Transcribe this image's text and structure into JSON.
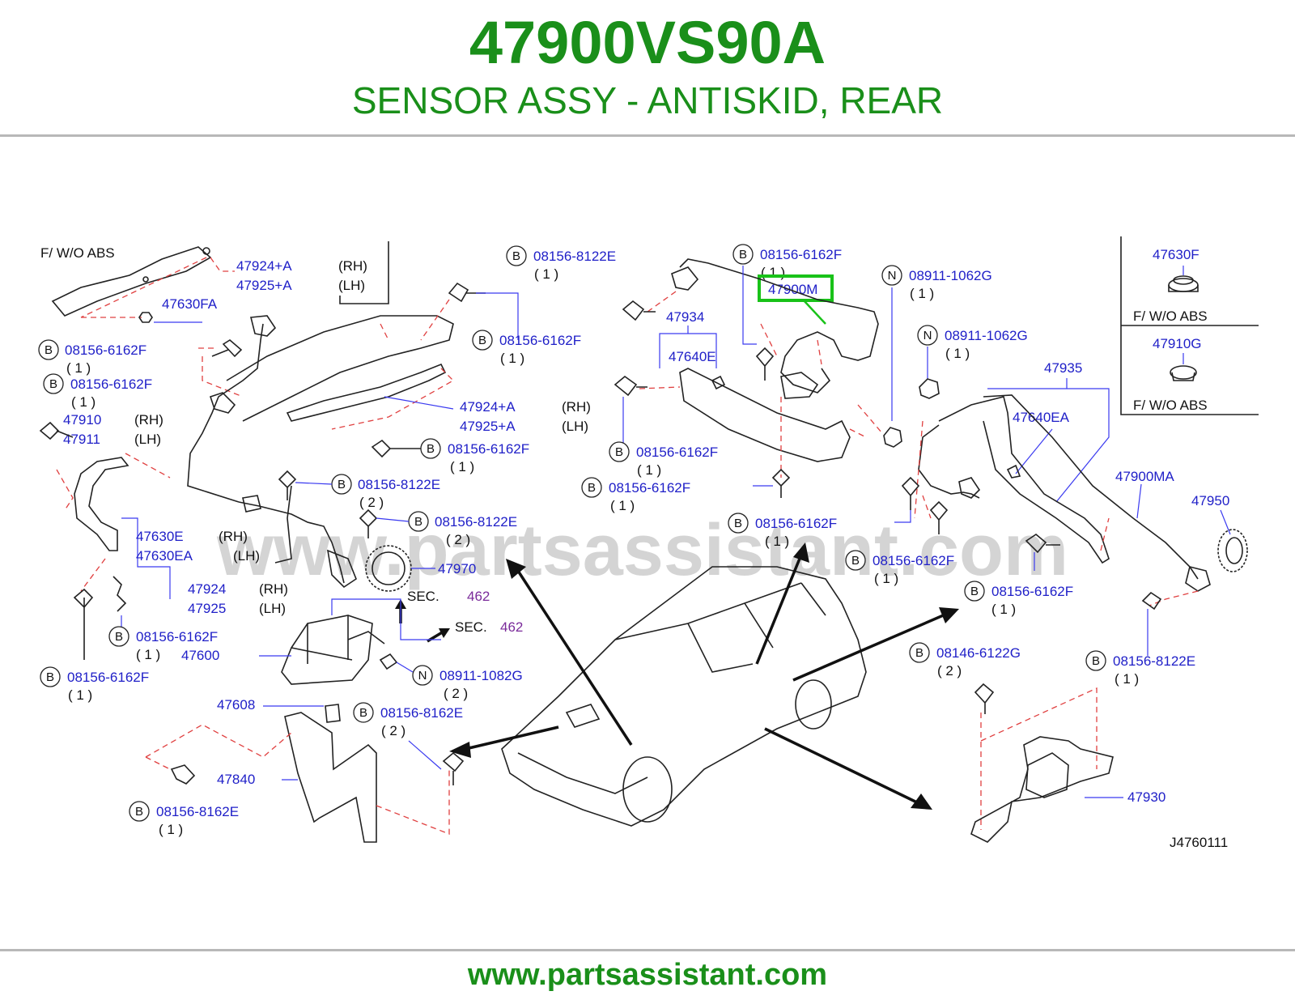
{
  "header": {
    "part_number": "47900VS90A",
    "part_name": "SENSOR ASSY - ANTISKID, REAR"
  },
  "footer": {
    "url": "www.partsassistant.com"
  },
  "watermark": "www.partsassistant.com",
  "highlighted_part": "47900M",
  "diagram_code": "J4760111",
  "markers": {
    "B": "B",
    "N": "N"
  },
  "texts": {
    "fwo_abs_1": "F/  W/O  ABS",
    "fwo_abs_2": "F/  W/O  ABS",
    "fwo_abs_3": "F/  W/O  ABS",
    "rh": "(RH)",
    "lh": "(LH)",
    "sec": "SEC.",
    "sec_num": "462",
    "q1": "( 1 )",
    "q2": "( 2 )"
  },
  "parts": {
    "p47924A": "47924+A",
    "p47925A": "47925+A",
    "p47630FA": "47630FA",
    "p08156_6162F": "08156-6162F",
    "p08156_8122E": "08156-8122E",
    "p08156_8162E": "08156-8162E",
    "p08146_6122G": "08146-6122G",
    "p08911_1062G": "08911-1062G",
    "p08911_1082G": "08911-1082G",
    "p47910": "47910",
    "p47911": "47911",
    "p47630E": "47630E",
    "p47630EA": "47630EA",
    "p47924": "47924",
    "p47925": "47925",
    "p47600": "47600",
    "p47608": "47608",
    "p47840": "47840",
    "p47970": "47970",
    "p47934": "47934",
    "p47640E": "47640E",
    "p47935": "47935",
    "p47640EA": "47640EA",
    "p47900MA": "47900MA",
    "p47950": "47950",
    "p47930": "47930",
    "p47630F": "47630F",
    "p47910G": "47910G"
  },
  "colors": {
    "title_green": "#1a8f1a",
    "label_blue": "#2020c8",
    "highlight_green": "#19c219",
    "dashed_red": "#e04040",
    "section_purple": "#7a2a9a"
  }
}
